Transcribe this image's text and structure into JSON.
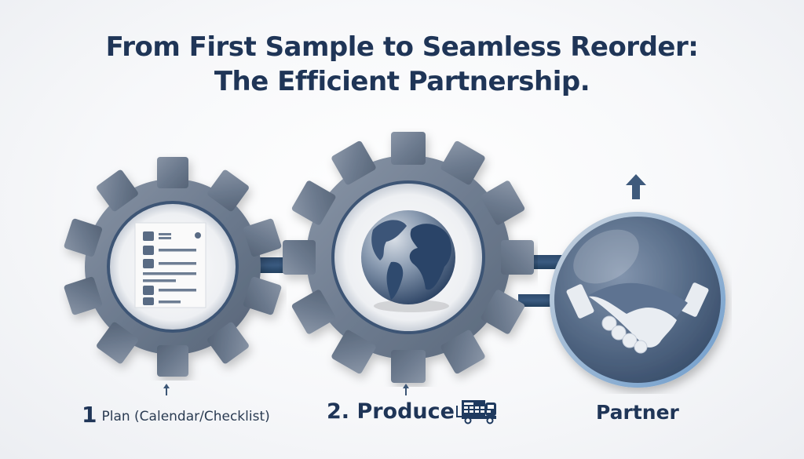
{
  "title": {
    "line1": "From First Sample to Seamless Reorder:",
    "line2": "The Efficient Partnership."
  },
  "steps": [
    {
      "number": "1",
      "label": "Plan (Calendar/Checklist)",
      "icon": "checklist-icon",
      "container": "gear"
    },
    {
      "label": "2. Produce",
      "icon": "globe-icon",
      "label_icon": "truck-icon",
      "container": "gear"
    },
    {
      "label": "Partner",
      "icon": "handshake-icon",
      "container": "sphere",
      "top_icon": "up-arrow-icon"
    }
  ],
  "colors": {
    "title": "#1f3557",
    "gear": "#6e7c90",
    "connector": "#2d4a6d",
    "background": "#f7f8fa",
    "sphere": "#4f647f"
  }
}
